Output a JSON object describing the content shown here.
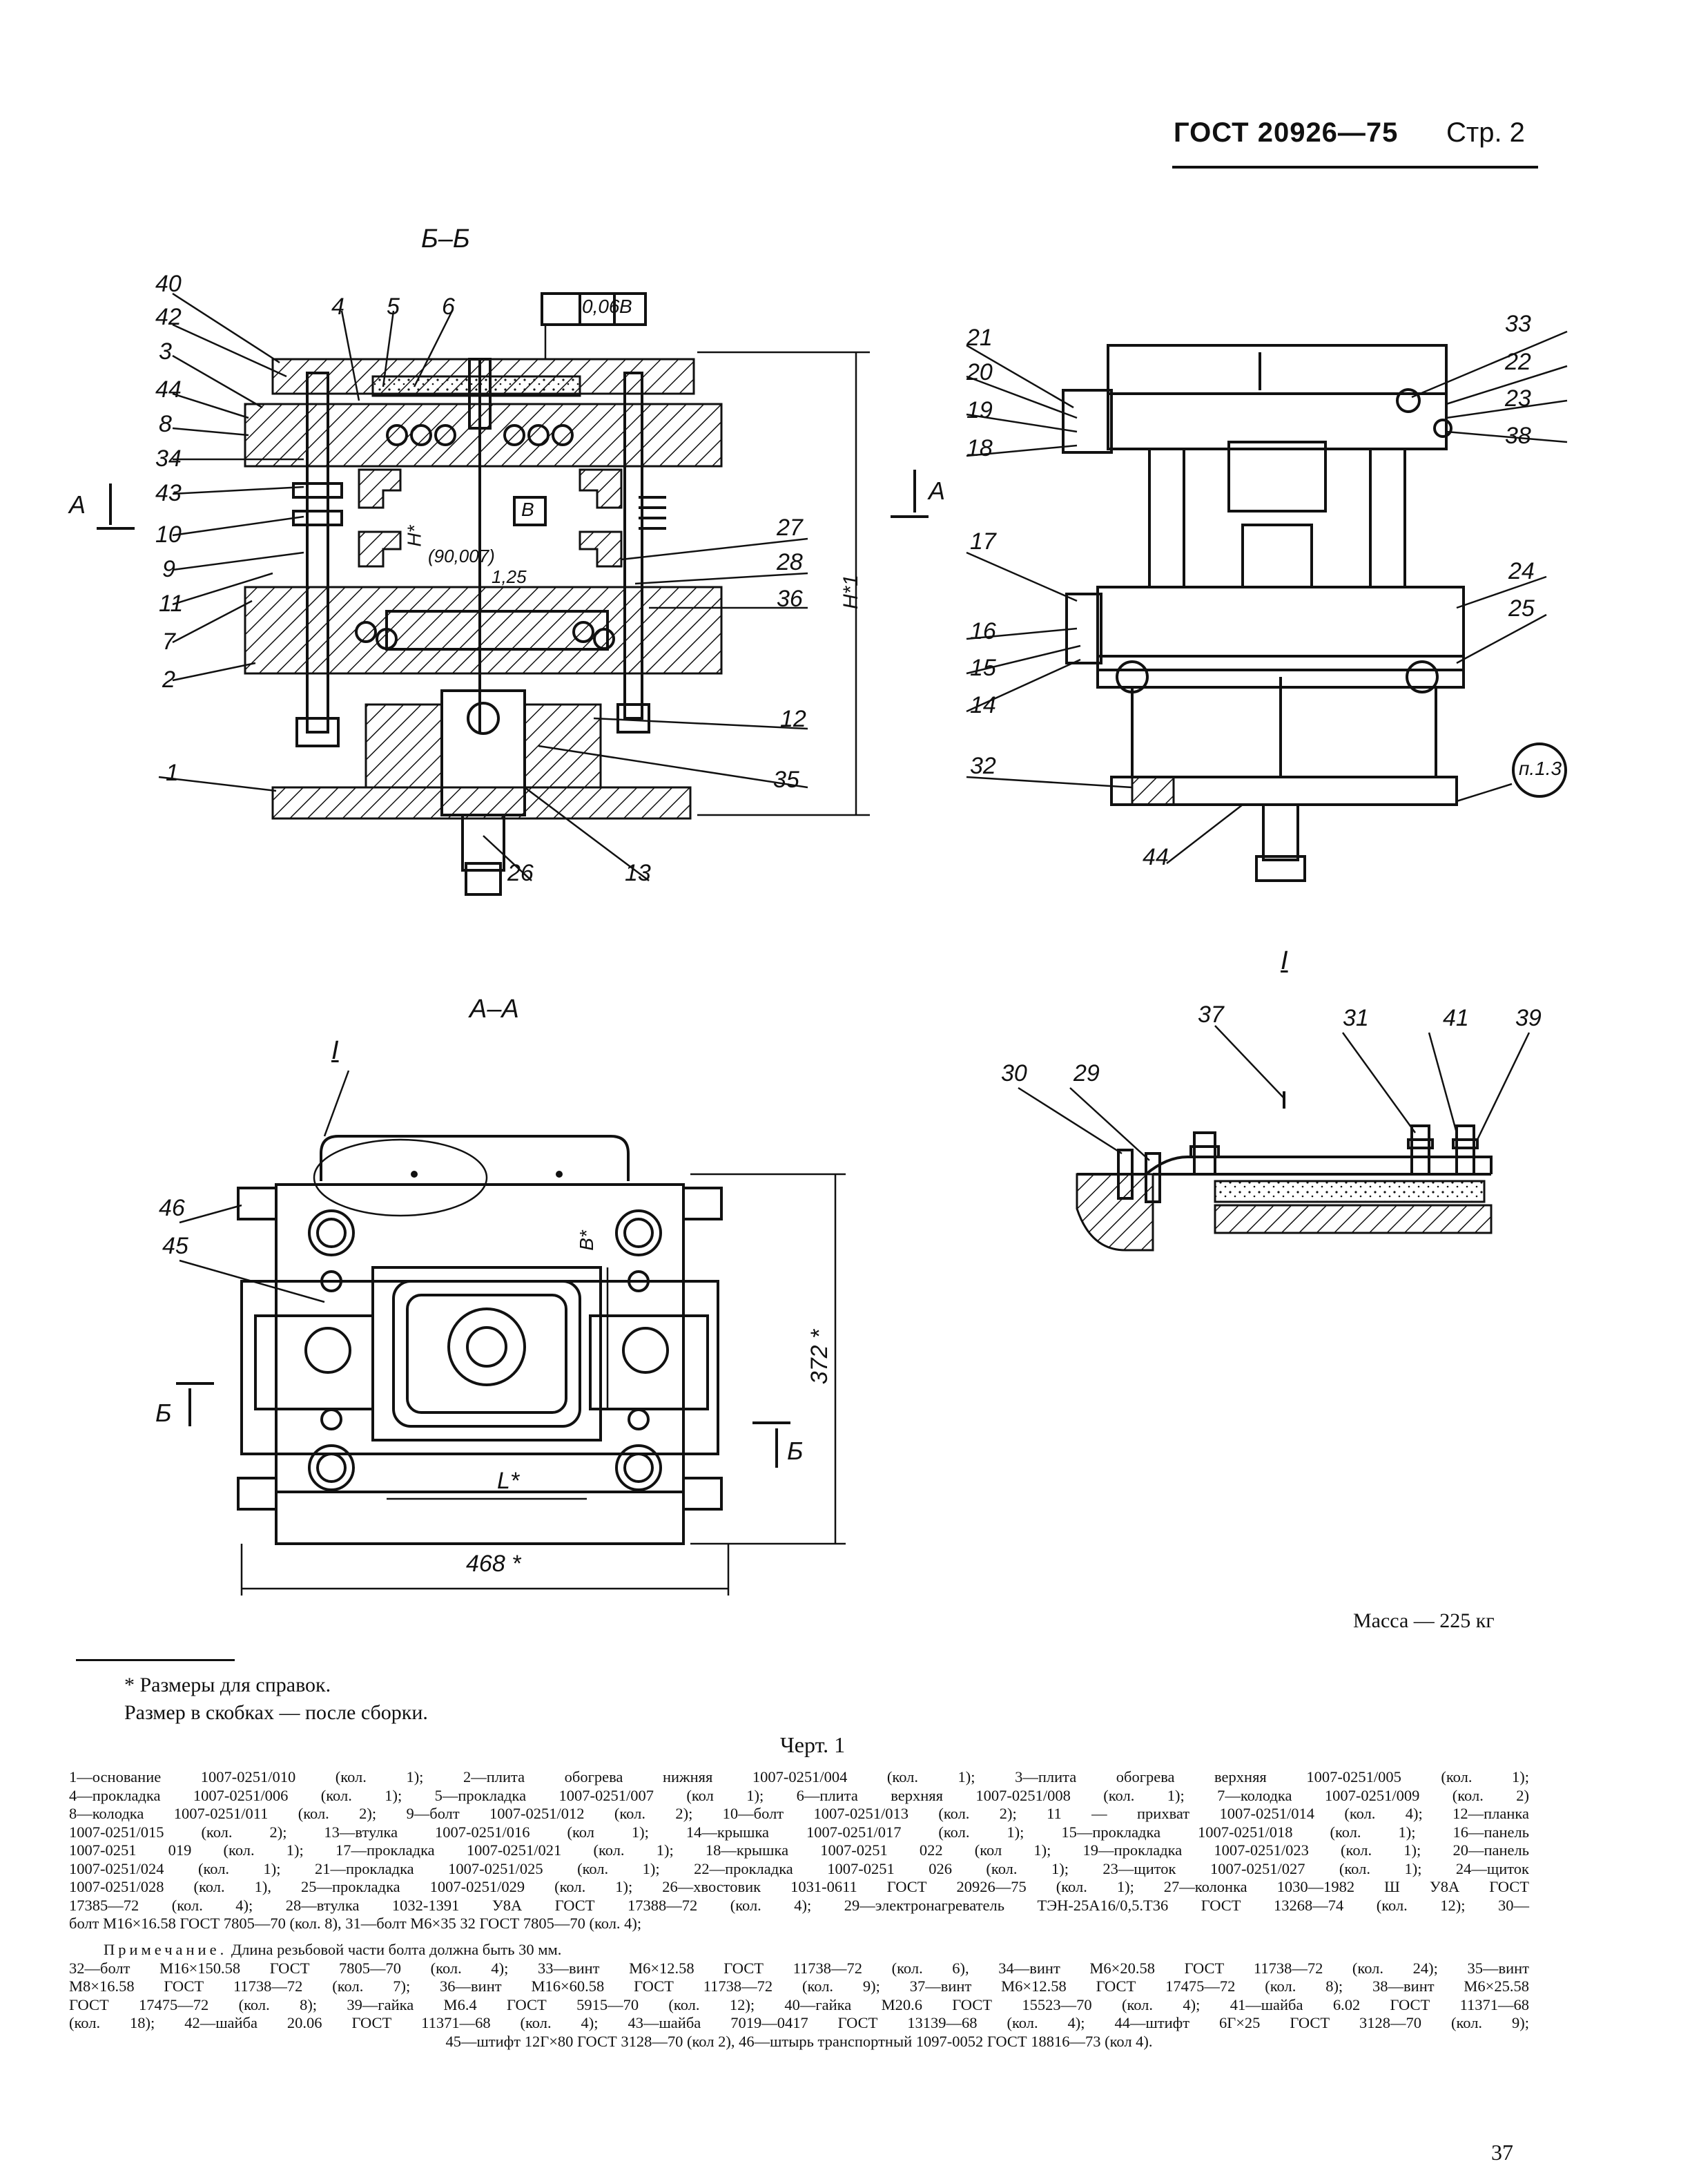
{
  "header": {
    "standard": "ГОСТ 20926—75",
    "page": "Стр. 2"
  },
  "views": {
    "bb": {
      "label": "Б–Б",
      "callouts": [
        "40",
        "42",
        "3",
        "44",
        "8",
        "34",
        "43",
        "10",
        "9",
        "11",
        "7",
        "2",
        "1",
        "4",
        "5",
        "6",
        "27",
        "28",
        "36",
        "12",
        "35",
        "26",
        "13"
      ],
      "dims": {
        "tolerance": "0,06",
        "datum": "В",
        "height_h": "H*",
        "height_h1": "H*1",
        "bracket": "(90,007)",
        "value": "1,25",
        "datum_mark": "В"
      }
    },
    "side": {
      "callouts": [
        "21",
        "20",
        "19",
        "18",
        "17",
        "16",
        "15",
        "14",
        "32",
        "44",
        "33",
        "22",
        "23",
        "38",
        "24",
        "25"
      ],
      "note": "п.1.3",
      "cut_a": "А"
    },
    "aa": {
      "label": "А–А",
      "detail_ref": "I",
      "callouts": [
        "46",
        "45"
      ],
      "dims": {
        "width": "468 *",
        "height": "372 *",
        "b": "B*",
        "l": "L*"
      },
      "cut_b": "Б"
    },
    "detail": {
      "label": "I",
      "callouts": [
        "30",
        "29",
        "37",
        "31",
        "41",
        "39"
      ]
    }
  },
  "mass": "Масса — 225 кг",
  "notes": [
    "* Размеры для справок.",
    "Размер в скобках — после сборки."
  ],
  "caption": "Черт. 1",
  "legend_lines": [
    "1—основание 1007-0251/010 (кол. 1); 2—плита обогрева нижняя 1007-0251/004 (кол. 1); 3—плита обогрева верхняя 1007-0251/005 (кол. 1);",
    "4—прокладка 1007-0251/006 (кол. 1); 5—прокладка 1007-0251/007 (кол 1); 6—плита верхняя 1007-0251/008 (кол. 1); 7—колодка 1007-0251/009 (кол. 2)",
    "8—колодка 1007-0251/011 (кол. 2); 9—болт 1007-0251/012 (кол. 2); 10—болт 1007-0251/013 (кол. 2); 11 — прихват 1007-0251/014 (кол. 4); 12—планка",
    "1007-0251/015 (кол. 2); 13—втулка 1007-0251/016 (кол 1); 14—крышка 1007-0251/017 (кол. 1); 15—прокладка 1007-0251/018 (кол. 1); 16—панель",
    "1007-0251 019 (кол. 1); 17—прокладка 1007-0251/021 (кол. 1); 18—крышка 1007-0251 022 (кол 1); 19—прокладка 1007-0251/023 (кол. 1); 20—панель",
    "1007-0251/024 (кол. 1); 21—прокладка 1007-0251/025 (кол. 1); 22—прокладка 1007-0251 026 (кол. 1); 23—щиток 1007-0251/027 (кол. 1); 24—щиток",
    "1007-0251/028 (кол. 1), 25—прокладка 1007-0251/029 (кол. 1); 26—хвостовик 1031-0611 ГОСТ 20926—75 (кол. 1); 27—колонка 1030—1982 Ш У8А ГОСТ",
    "17385—72 (кол. 4); 28—втулка 1032-1391 У8А ГОСТ 17388—72 (кол. 4); 29—электронагреватель ТЭН-25А16/0,5.Т36 ГОСТ 13268—74 (кол. 12); 30—",
    "болт М16×16.58 ГОСТ 7805—70 (кол. 8), 31—болт М6×35 32 ГОСТ 7805—70 (кол. 4);"
  ],
  "primechanie": {
    "title": "Примечание.",
    "first": "Длина резьбовой части болта должна быть 30 мм.",
    "lines": [
      "32—болт М16×150.58 ГОСТ 7805—70 (кол. 4); 33—винт М6×12.58 ГОСТ 11738—72 (кол. 6), 34—винт М6×20.58 ГОСТ 11738—72 (кол. 24); 35—винт",
      "М8×16.58 ГОСТ 11738—72 (кол. 7); 36—винт М16×60.58 ГОСТ 11738—72 (кол. 9); 37—винт М6×12.58 ГОСТ 17475—72 (кол. 8); 38—винт М6×25.58",
      "ГОСТ 17475—72 (кол. 8); 39—гайка М6.4 ГОСТ 5915—70 (кол. 12); 40—гайка М20.6 ГОСТ 15523—70 (кол. 4); 41—шайба 6.02 ГОСТ 11371—68",
      "(кол. 18); 42—шайба 20.06 ГОСТ 11371—68 (кол. 4); 43—шайба 7019—0417 ГОСТ 13139—68 (кол. 4); 44—штифт 6Г×25 ГОСТ 3128—70 (кол. 9);",
      "45—штифт 12Г×80 ГОСТ 3128—70 (кол 2), 46—штырь транспортный 1097-0052 ГОСТ 18816—73 (кол 4)."
    ]
  },
  "page_number": "37"
}
